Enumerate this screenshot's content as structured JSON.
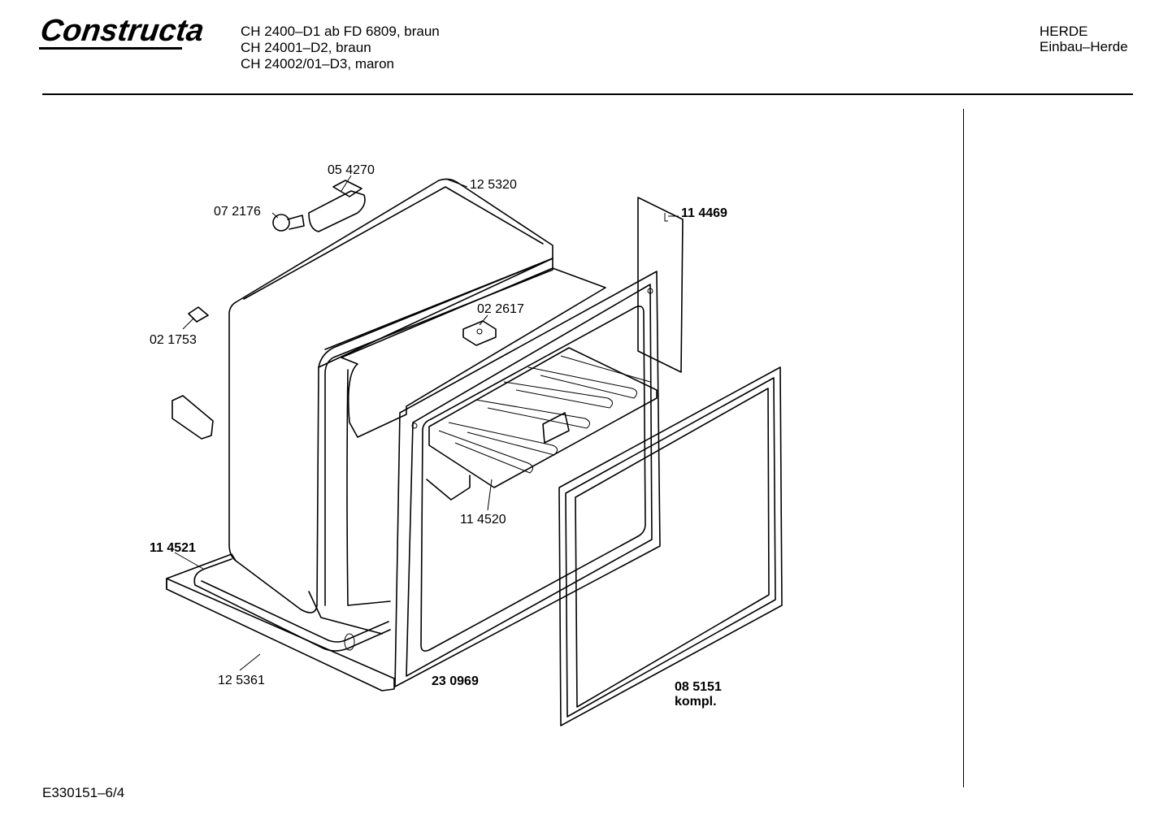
{
  "header": {
    "brand": "Constructa",
    "models": [
      "CH 2400–D1 ab FD 6809, braun",
      "CH 24001–D2, braun",
      "CH 24002/01–D3, maron"
    ],
    "category": "HERDE",
    "subcategory": "Einbau–Herde"
  },
  "footer": {
    "document_number": "E330151–6/4"
  },
  "parts": [
    {
      "number": "05 4270"
    },
    {
      "number": "12 5320"
    },
    {
      "number": "07 2176"
    },
    {
      "number": "11 4469"
    },
    {
      "number": "02 2617"
    },
    {
      "number": "02 1753"
    },
    {
      "number": "11 4520"
    },
    {
      "number": "11 4521"
    },
    {
      "number": "12 5361"
    },
    {
      "number": "23 0969"
    },
    {
      "number": "08 5151",
      "note": "kompl."
    }
  ]
}
